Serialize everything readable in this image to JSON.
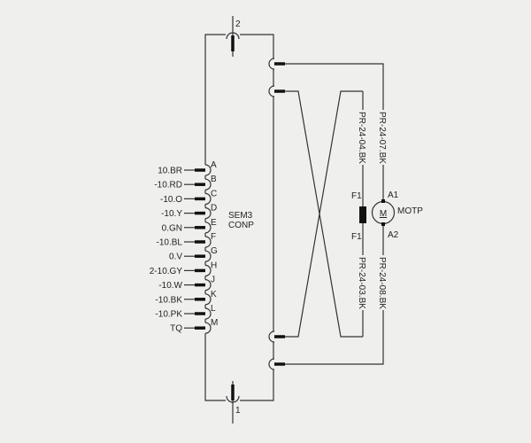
{
  "connector_top_label": "2",
  "connector_bottom_label": "1",
  "component_label": [
    "SEM3",
    "CONP"
  ],
  "pins": [
    {
      "letter": "A",
      "wire": "10.BR"
    },
    {
      "letter": "B",
      "wire": "-10.RD"
    },
    {
      "letter": "C",
      "wire": "-10.O"
    },
    {
      "letter": "D",
      "wire": "-10.Y"
    },
    {
      "letter": "E",
      "wire": "0.GN"
    },
    {
      "letter": "F",
      "wire": "-10.BL"
    },
    {
      "letter": "G",
      "wire": "0.V"
    },
    {
      "letter": "H",
      "wire": "2-10.GY"
    },
    {
      "letter": "J",
      "wire": "-10.W"
    },
    {
      "letter": "K",
      "wire": "-10.BK"
    },
    {
      "letter": "L",
      "wire": "-10.PK"
    },
    {
      "letter": "M",
      "wire": "TQ"
    }
  ],
  "fuse": {
    "label_top": "F1",
    "label_bottom": "F1",
    "wire_top": "PR-24-04.BK",
    "wire_bottom": "PR-24-03.BK"
  },
  "motor": {
    "symbol": "M",
    "name": "MOTP",
    "terminal_top": "A1",
    "terminal_bottom": "A2",
    "wire_top": "PR-24-07.BK",
    "wire_bottom": "PR-24-08.BK"
  }
}
